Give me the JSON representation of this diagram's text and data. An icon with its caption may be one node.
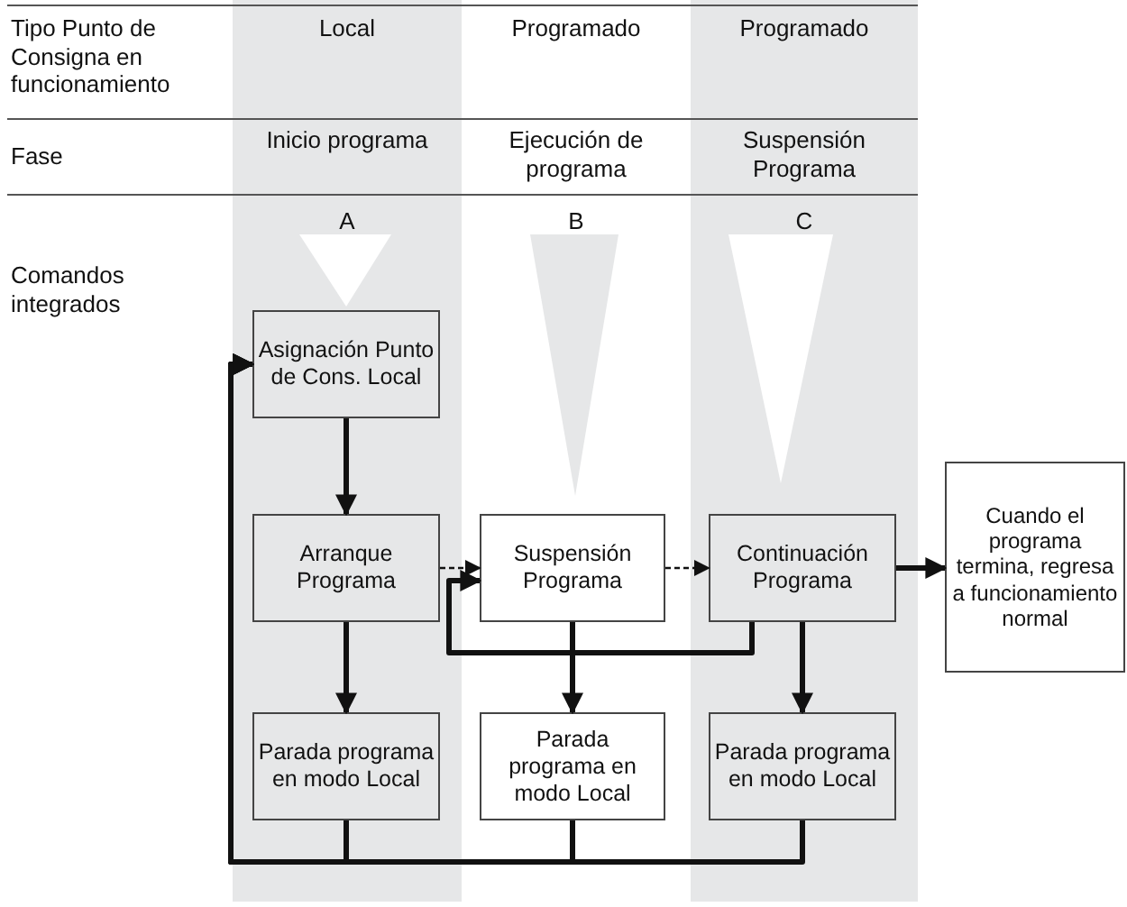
{
  "diagram": {
    "nodes": [
      {
        "text": [
          "Asignación Punto de Cons. Local"
        ]
      },
      {
        "text": [
          "Arranque Programa"
        ]
      },
      {
        "text": [
          "Suspensión Programa"
        ]
      },
      {
        "text": [
          "Continuación Programa"
        ]
      },
      {
        "text": [
          "Cuando el programa termina, regresa a funcionamiento normal"
        ]
      },
      {
        "text": [
          "Parada programa en modo Local"
        ]
      },
      {
        "text": [
          "Parada programa en modo Local"
        ]
      },
      {
        "text": [
          "Parada programa en modo Local"
        ]
      }
    ],
    "edges": [
      {
        "from": 0,
        "to": 1,
        "arrow": "to"
      },
      {
        "from": 1,
        "to": 2,
        "arrow": "to",
        "style": "dashed"
      },
      {
        "from": 2,
        "to": 3,
        "arrow": "to",
        "style": "dashed"
      },
      {
        "from": 3,
        "to": 4,
        "arrow": "to"
      },
      {
        "from": 3,
        "to": 2,
        "arrow": "to"
      },
      {
        "from": 1,
        "to": 5,
        "arrow": "to"
      },
      {
        "from": 2,
        "to": 6,
        "arrow": "to"
      },
      {
        "from": 3,
        "to": 7,
        "arrow": "to"
      },
      {
        "from": 5,
        "to": 0,
        "arrow": "to"
      },
      {
        "from": 6,
        "to": 0,
        "arrow": "to"
      },
      {
        "from": 7,
        "to": 0,
        "arrow": "to"
      }
    ],
    "labels": [
      "Tipo Punto de Consigna en funcionamiento",
      "Local",
      "Programado",
      "Programado",
      "Fase",
      "Inicio programa",
      "Ejecución de programa",
      "Suspensión Programa",
      "Comandos integrados",
      "A",
      "B",
      "C"
    ]
  }
}
